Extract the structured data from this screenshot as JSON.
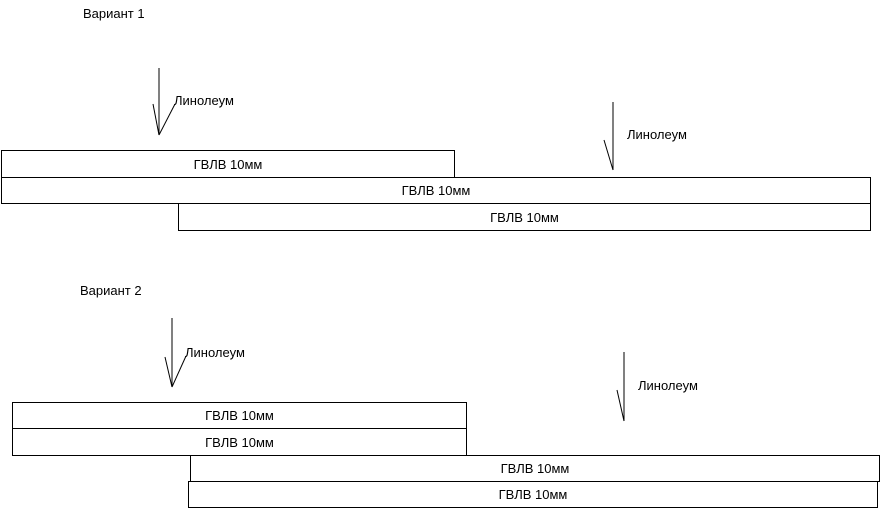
{
  "variant1": {
    "title": "Вариант 1",
    "arrow_labels": [
      "Линолеум",
      "Линолеум"
    ],
    "boards": [
      "ГВЛВ 10мм",
      "ГВЛВ 10мм",
      "ГВЛВ 10мм"
    ]
  },
  "variant2": {
    "title": "Вариант 2",
    "arrow_labels": [
      "Линолеум",
      "Линолеум"
    ],
    "boards": [
      "ГВЛВ 10мм",
      "ГВЛВ 10мм",
      "ГВЛВ 10мм",
      "ГВЛВ 10мм"
    ]
  }
}
